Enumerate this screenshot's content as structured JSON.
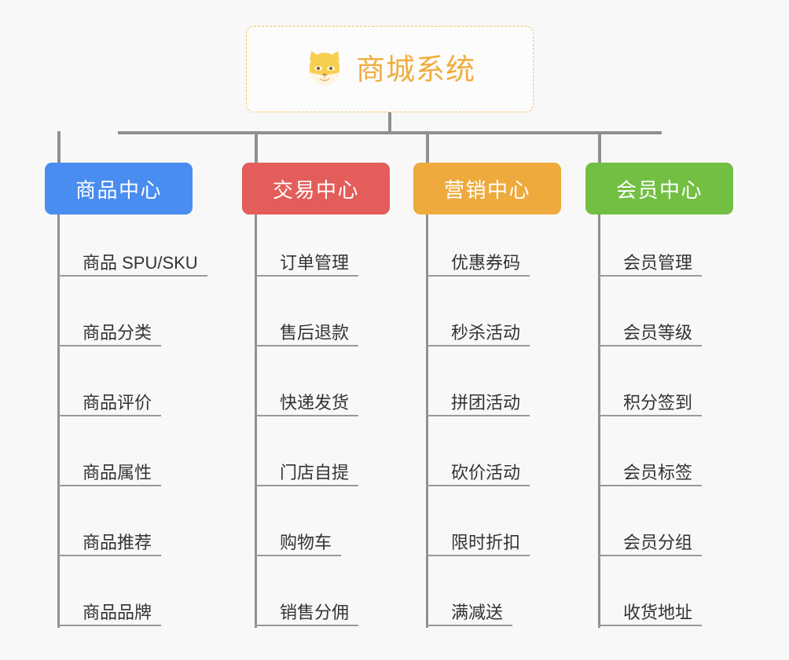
{
  "diagram": {
    "type": "org-tree",
    "title": "商城系统",
    "root": {
      "label": "商城系统",
      "icon": "shiba-dog-face-icon",
      "text_color": "#f0ad3e",
      "border_color": "#f4c55a",
      "border_style": "dashed",
      "background": "#fcfcfc"
    },
    "background_color": "#f8f8f8",
    "connector_color": "#909090",
    "leaf_text_color": "#333333",
    "leaf_rule_color": "#999999",
    "branches": [
      {
        "label": "商品中心",
        "color": "#4a8df0",
        "items": [
          "商品 SPU/SKU",
          "商品分类",
          "商品评价",
          "商品属性",
          "商品推荐",
          "商品品牌"
        ]
      },
      {
        "label": "交易中心",
        "color": "#e35d5b",
        "items": [
          "订单管理",
          "售后退款",
          "快递发货",
          "门店自提",
          "购物车",
          "销售分佣"
        ]
      },
      {
        "label": "营销中心",
        "color": "#eeaa3c",
        "items": [
          "优惠券码",
          "秒杀活动",
          "拼团活动",
          "砍价活动",
          "限时折扣",
          "满减送"
        ]
      },
      {
        "label": "会员中心",
        "color": "#73bf44",
        "items": [
          "会员管理",
          "会员等级",
          "积分签到",
          "会员标签",
          "会员分组",
          "收货地址"
        ]
      }
    ]
  }
}
